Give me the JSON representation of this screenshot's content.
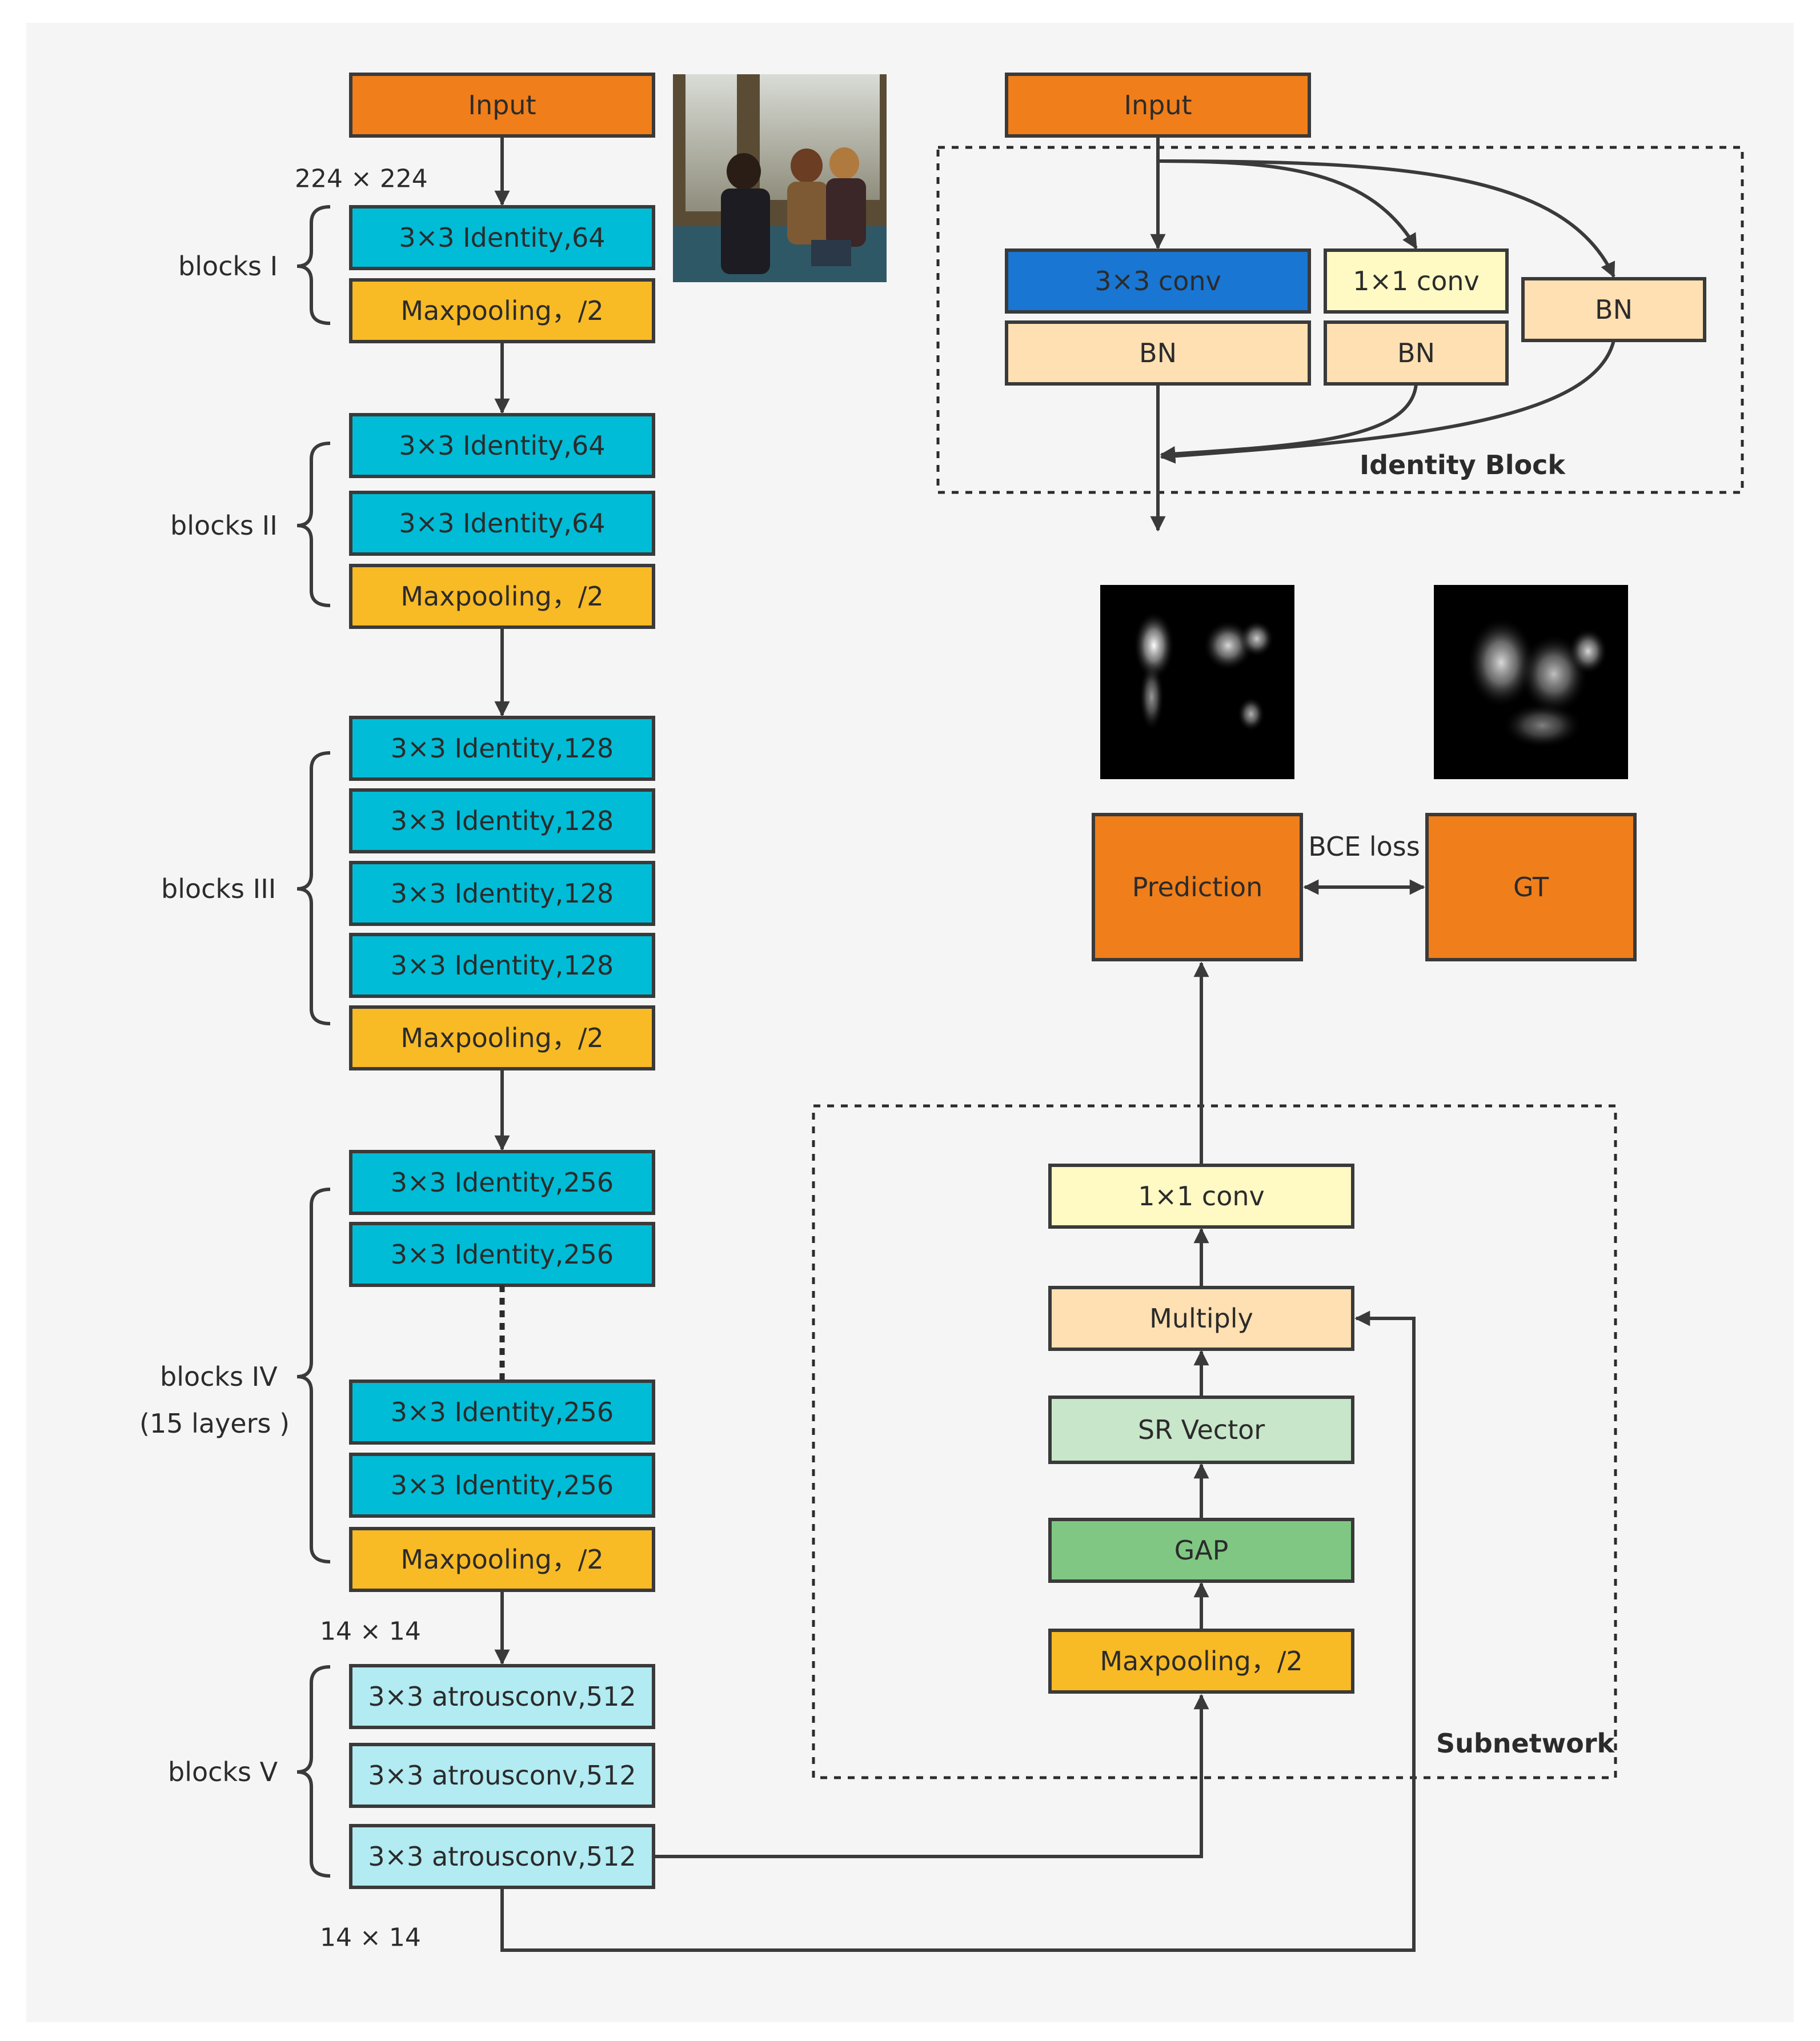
{
  "colors": {
    "input": "#F07E1A",
    "identity": "#00BCD6",
    "maxpool": "#F8BA25",
    "atrous": "#B2EBF2",
    "conv3": "#1976D2",
    "conv1": "#FFF9C4",
    "bn": "#FFE0B2",
    "sr_vector": "#C8E6C9",
    "gap": "#81C784",
    "loss_box": "#F07E1A",
    "background": "#F5F5F5"
  },
  "backbone": {
    "input": "Input",
    "input_size": "224 × 224",
    "blocks": [
      {
        "label": "blocks I",
        "layers": [
          "3×3 Identity,64",
          "Maxpooling，/2"
        ]
      },
      {
        "label": "blocks II",
        "layers": [
          "3×3 Identity,64",
          "3×3 Identity,64",
          "Maxpooling，/2"
        ]
      },
      {
        "label": "blocks III",
        "layers": [
          "3×3 Identity,128",
          "3×3 Identity,128",
          "3×3 Identity,128",
          "3×3 Identity,128",
          "Maxpooling，/2"
        ]
      },
      {
        "label": "blocks IV",
        "sublabel": "(15 layers )",
        "layers": [
          "3×3 Identity,256",
          "3×3 Identity,256",
          "3×3 Identity,256",
          "3×3 Identity,256",
          "Maxpooling，/2"
        ]
      },
      {
        "label": "blocks V",
        "layers": [
          "3×3 atrousconv,512",
          "3×3 atrousconv,512",
          "3×3 atrousconv,512"
        ]
      }
    ],
    "size_after_iv": "14 × 14",
    "size_after_v": "14 × 14"
  },
  "identity_block": {
    "title": "Identity Block",
    "input": "Input",
    "conv3": "3×3 conv",
    "conv1": "1×1 conv",
    "bn": "BN"
  },
  "output": {
    "prediction": "Prediction",
    "gt": "GT",
    "loss": "BCE loss"
  },
  "subnetwork": {
    "title": "Subnetwork",
    "layers": [
      "1×1 conv",
      "Multiply",
      "SR Vector",
      "GAP",
      "Maxpooling，/2"
    ]
  }
}
